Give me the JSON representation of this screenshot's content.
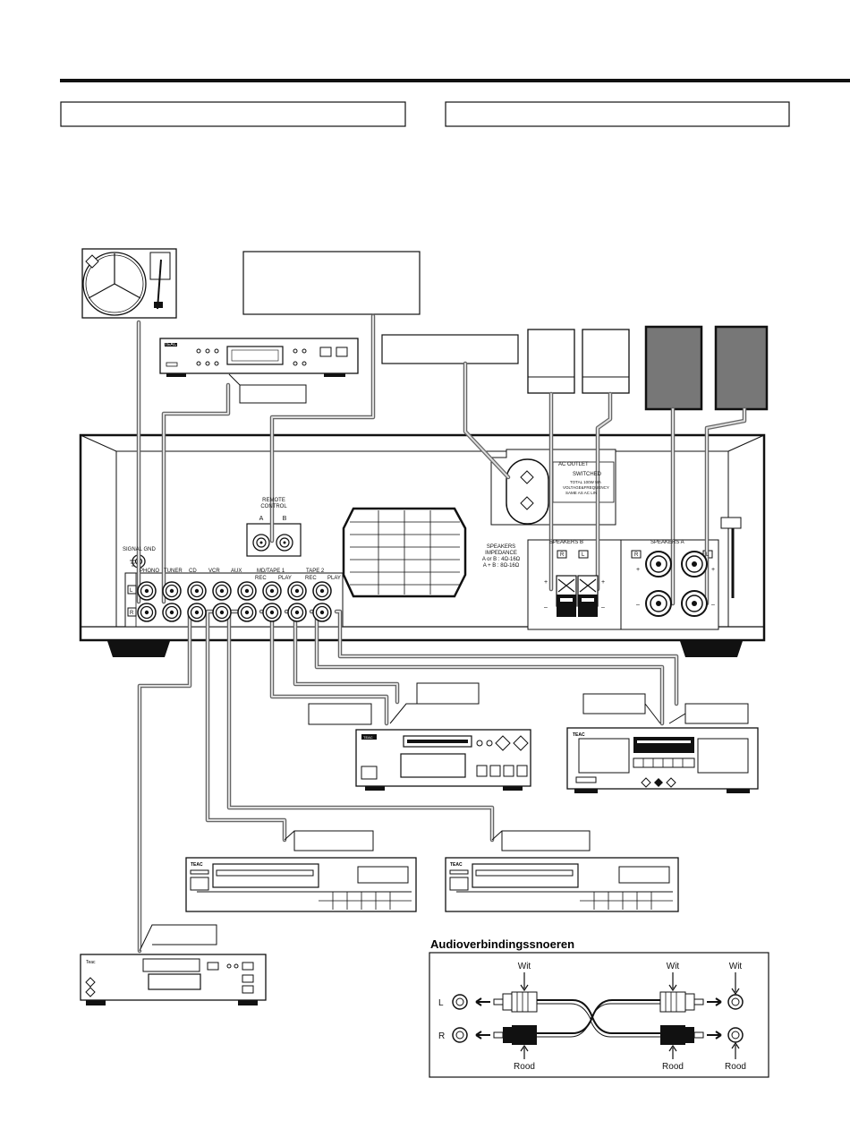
{
  "rear_panel": {
    "signal_gnd": "SIGNAL GND",
    "inputs": {
      "phono": "PHONO",
      "tuner": "TUNER",
      "cd": "CD",
      "vcr": "VCR",
      "aux": "AUX",
      "md_tape1": "MD/TAPE 1",
      "tape2": "TAPE 2",
      "rec": "REC",
      "play": "PLAY",
      "ch_l": "L",
      "ch_r": "R"
    },
    "remote_control": {
      "line1": "REMOTE",
      "line2": "CONTROL",
      "a": "A",
      "b": "B"
    },
    "ac_outlet": {
      "title": "AC OUTLET",
      "switched": "SWITCHED",
      "line1": "TOTAL 100W MA",
      "line2": "VOLTAGE&FREQUENCY",
      "line3": "SAME AS AC LIN"
    },
    "speakers_impedance": {
      "line1": "SPEAKERS",
      "line2": "IMPEDANCE",
      "line3": "A or B : 4Ω-16Ω",
      "line4": "A + B : 8Ω-16Ω"
    },
    "speakers_a": "SPEAKERS A",
    "speakers_b": "SPEAKERS B",
    "sp_r": "R",
    "sp_l": "L",
    "plus": "+",
    "minus": "–"
  },
  "devices": {
    "tuner_brand": "TEAC",
    "md_brand": "TEAC",
    "deck_brand": "TEAC",
    "vcr1_brand": "TEAC",
    "vcr2_brand": "TEAC",
    "cd_brand": "Teac"
  },
  "cable_legend": {
    "title": "Audioverbindingssnoeren",
    "wit_1": "Wit",
    "wit_2": "Wit",
    "wit_3": "Wit",
    "rood_1": "Rood",
    "rood_2": "Rood",
    "rood_3": "Rood",
    "row_l": "L",
    "row_r": "R"
  }
}
